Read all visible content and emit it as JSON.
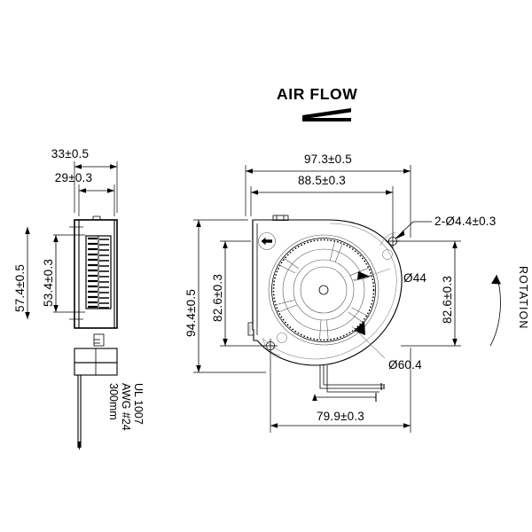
{
  "drawing": {
    "title": "AIR FLOW",
    "type": "blower-fan-technical-drawing",
    "units": "mm"
  },
  "labels": {
    "air_flow": "AIR FLOW",
    "rotation": "ROTATION",
    "wire_spec_line1": "UL 1007",
    "wire_spec_line2": "AWG #24",
    "wire_spec_line3": "300mm"
  },
  "side_view": {
    "dims": {
      "overall_width": "33±0.5",
      "inner_width": "29±0.3",
      "overall_height": "57.4±0.5",
      "inner_height": "53.4±0.3"
    }
  },
  "front_view": {
    "dims": {
      "overall_width": "97.3±0.5",
      "hole_pitch_x": "88.5±0.3",
      "overall_height": "94.4±0.5",
      "hole_pitch_y_left": "82.6±0.3",
      "hole_pitch_y_right": "82.6±0.3",
      "bottom_width": "79.9±0.3"
    },
    "callouts": {
      "mounting_holes": "2-Ø4.4±0.3",
      "inlet_diameter": "Ø44",
      "impeller_diameter": "Ø60.4"
    }
  },
  "icons": {
    "flow_arrow": "arrow-left-icon",
    "rotation_arrow": "rotation-arrow-icon",
    "direction_badge": "circled-arrow-left-icon"
  },
  "colors": {
    "line": "#000000",
    "light_line": "#555555",
    "background": "#ffffff"
  }
}
